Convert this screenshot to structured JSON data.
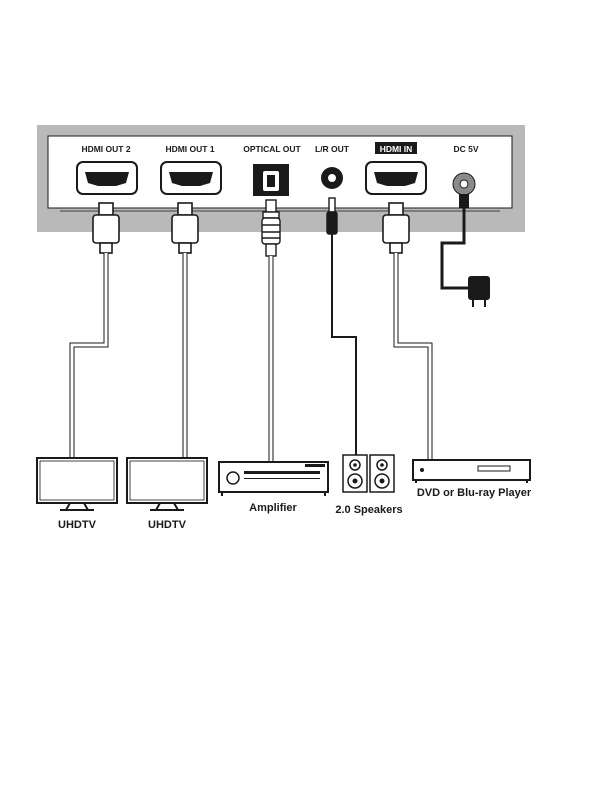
{
  "panel": {
    "ports": {
      "hdmi_out_2": "HDMI OUT 2",
      "hdmi_out_1": "HDMI OUT 1",
      "optical_out": "OPTICAL OUT",
      "lr_out": "L/R OUT",
      "hdmi_in": "HDMI IN",
      "dc": "DC 5V"
    }
  },
  "devices": {
    "tv_left": "UHDTV",
    "tv_right": "UHDTV",
    "amplifier": "Amplifier",
    "speakers": "2.0 Speakers",
    "player": "DVD or Blu-ray Player"
  },
  "colors": {
    "panel_frame": "#b9b9b9",
    "line": "#1a1a1a",
    "cable_grey": "#9a9a9a",
    "cable_black": "#222222",
    "label_inverse_bg": "#1a1a1a"
  }
}
